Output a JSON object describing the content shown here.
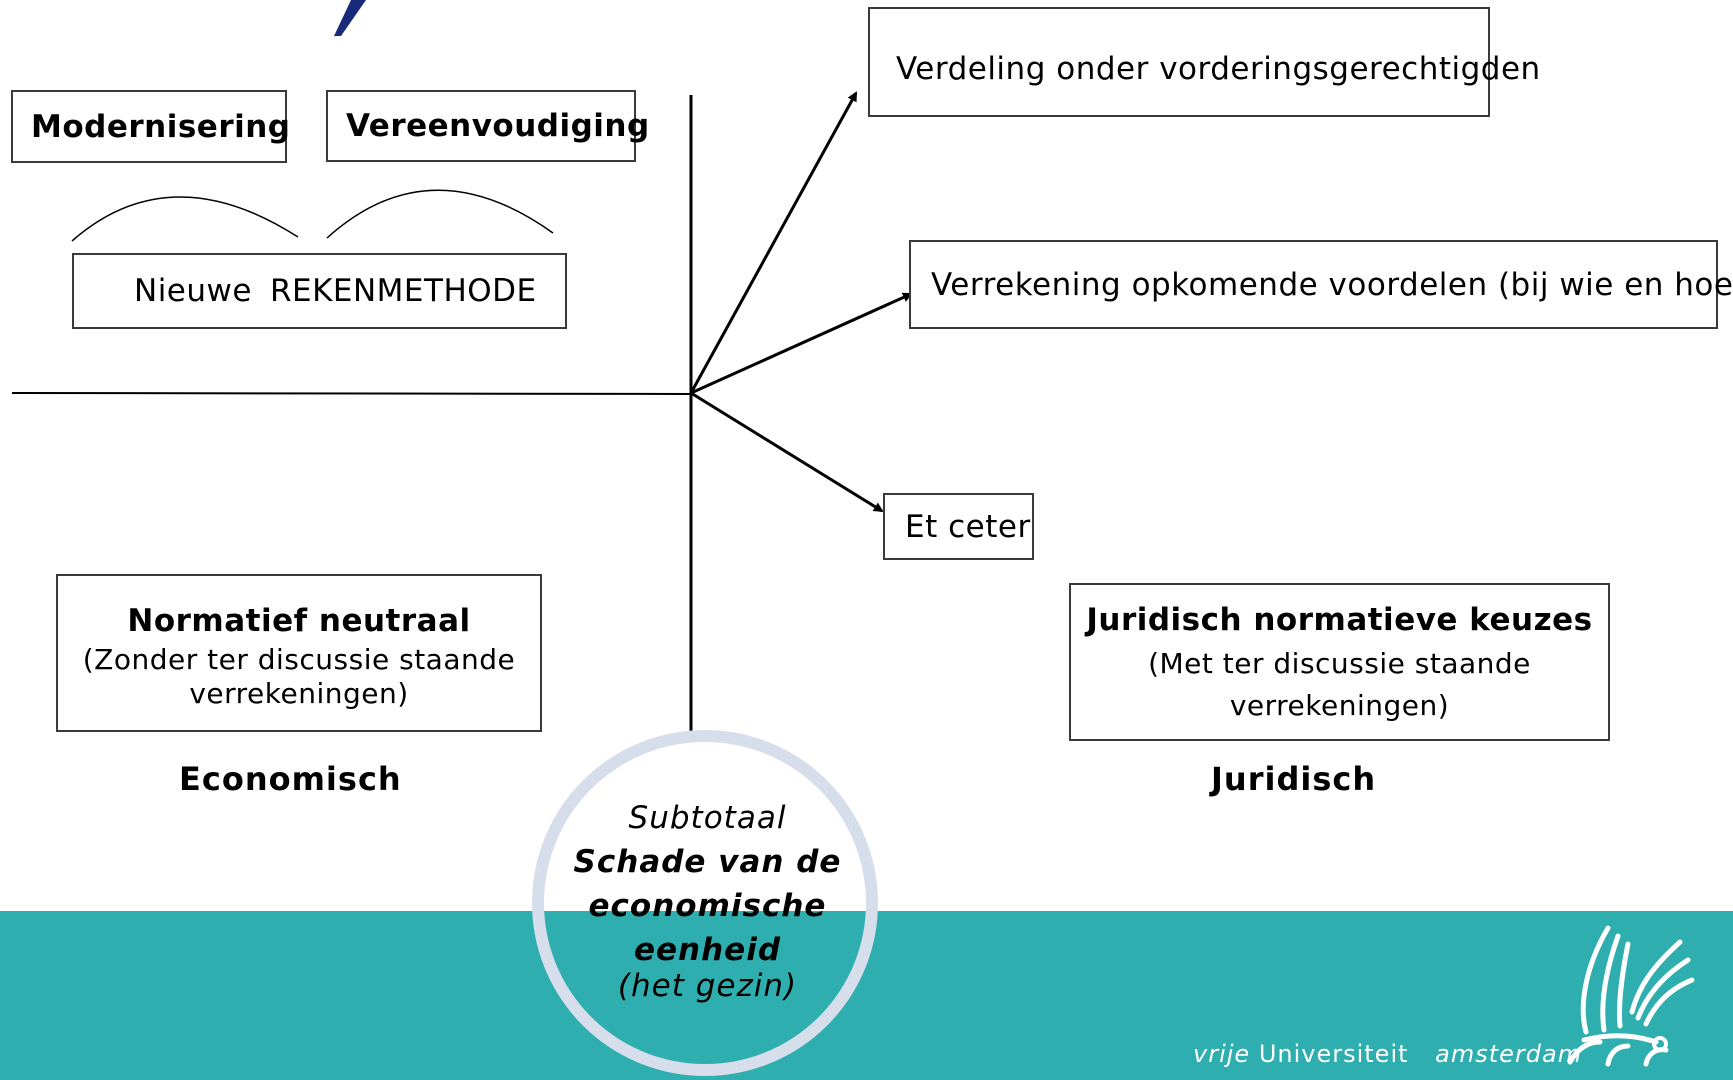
{
  "top_left": {
    "modernisering": "Modernisering",
    "vereenvoudiging": "Vereenvoudiging",
    "nieuwe": "Nieuwe",
    "rekenmethode": "REKENMETHODE"
  },
  "branches": {
    "verdeling": "Verdeling onder vorderingsgerechtigden",
    "verrekening": "Verrekening opkomende voordelen (bij wie en hoeveel)",
    "etcetera": "Et cetera"
  },
  "left_box": {
    "title": "Normatief neutraal",
    "line1": "(Zonder ter discussie staande",
    "line2": "verrekeningen)"
  },
  "right_box": {
    "title": "Juridisch normatieve keuzes",
    "line1": "(Met ter discussie staande",
    "line2": "verrekeningen)"
  },
  "captions": {
    "economisch": "Economisch",
    "juridisch": "Juridisch"
  },
  "circle": {
    "line1": "Subtotaal",
    "line2": "Schade van de",
    "line3": "economische",
    "line4": "eenheid",
    "line5": "(het gezin)"
  },
  "brand": {
    "vrije": "vrije",
    "universiteit": "Universiteit",
    "amsterdam": "amsterdam"
  },
  "colors": {
    "footer": "#2eaeae",
    "circle_ring": "#d6deeb",
    "title_mark": "#1a2a7a"
  }
}
